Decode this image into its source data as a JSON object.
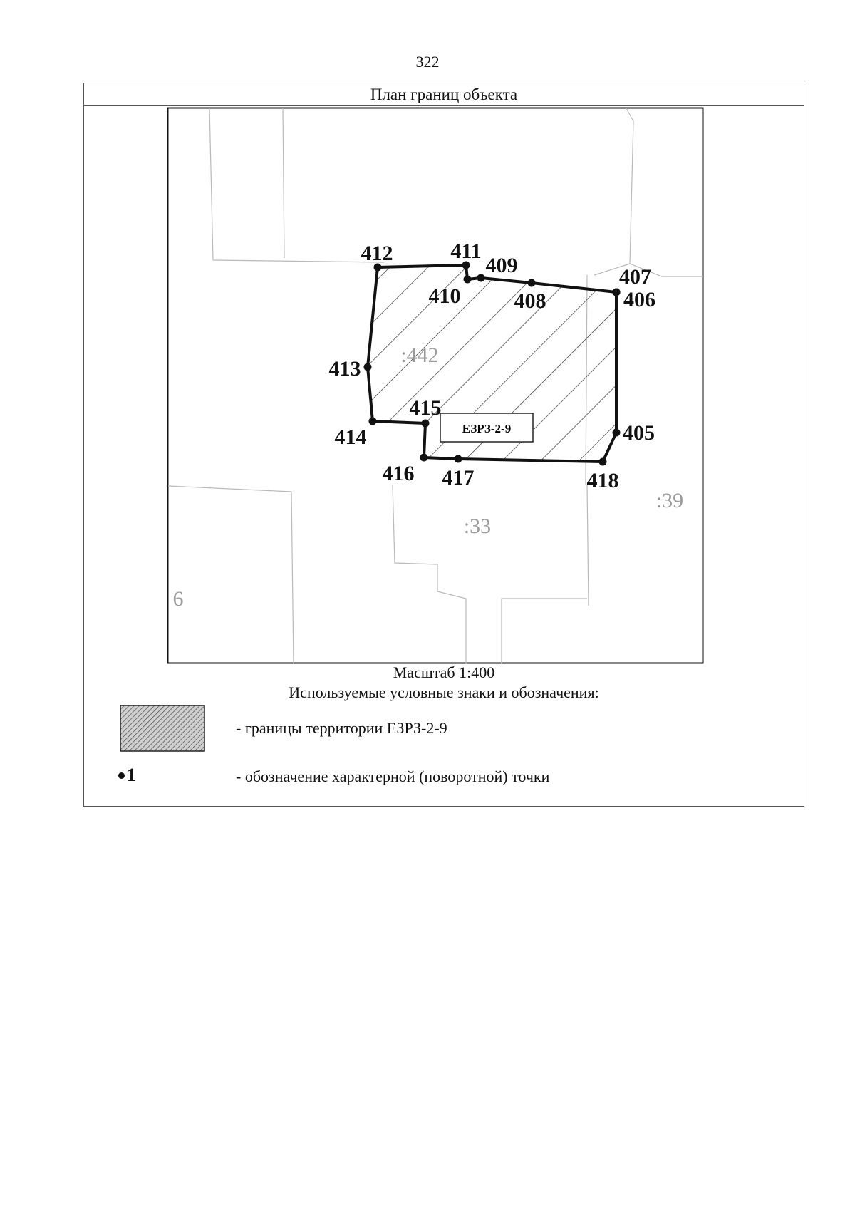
{
  "page_number": "322",
  "frame_title": "План границ объекта",
  "map": {
    "zone_label": "ЕЗРЗ-2-9",
    "parcels": [
      ":442",
      ":33",
      ":39",
      "6"
    ],
    "points": [
      {
        "id": "405"
      },
      {
        "id": "406"
      },
      {
        "id": "407"
      },
      {
        "id": "408"
      },
      {
        "id": "409"
      },
      {
        "id": "410"
      },
      {
        "id": "411"
      },
      {
        "id": "412"
      },
      {
        "id": "413"
      },
      {
        "id": "414"
      },
      {
        "id": "415"
      },
      {
        "id": "416"
      },
      {
        "id": "417"
      },
      {
        "id": "418"
      }
    ]
  },
  "scale": "Масштаб 1:400",
  "legend": {
    "title": "Используемые условные знаки и обозначения:",
    "items": [
      {
        "symbol": "hatched-area",
        "text": "- границы территории ЕЗРЗ-2-9"
      },
      {
        "symbol": "point",
        "sample": "1",
        "text": "- обозначение характерной (поворотной) точки"
      }
    ]
  }
}
